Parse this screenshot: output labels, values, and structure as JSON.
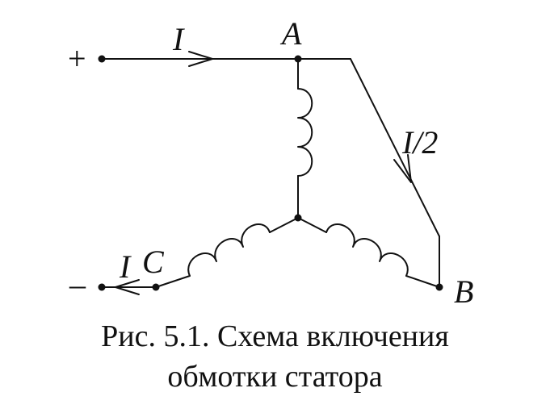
{
  "labels": {
    "node_a": "A",
    "node_b": "B",
    "node_c": "C",
    "current_in": "I",
    "current_half": "I/2",
    "current_out": "I",
    "plus_terminal": "+",
    "minus_terminal": "–"
  },
  "caption": {
    "line1": "Рис. 5.1. Схема включения",
    "line2": "обмотки статора"
  },
  "colors": {
    "ink": "#111111",
    "background": "#ffffff"
  }
}
